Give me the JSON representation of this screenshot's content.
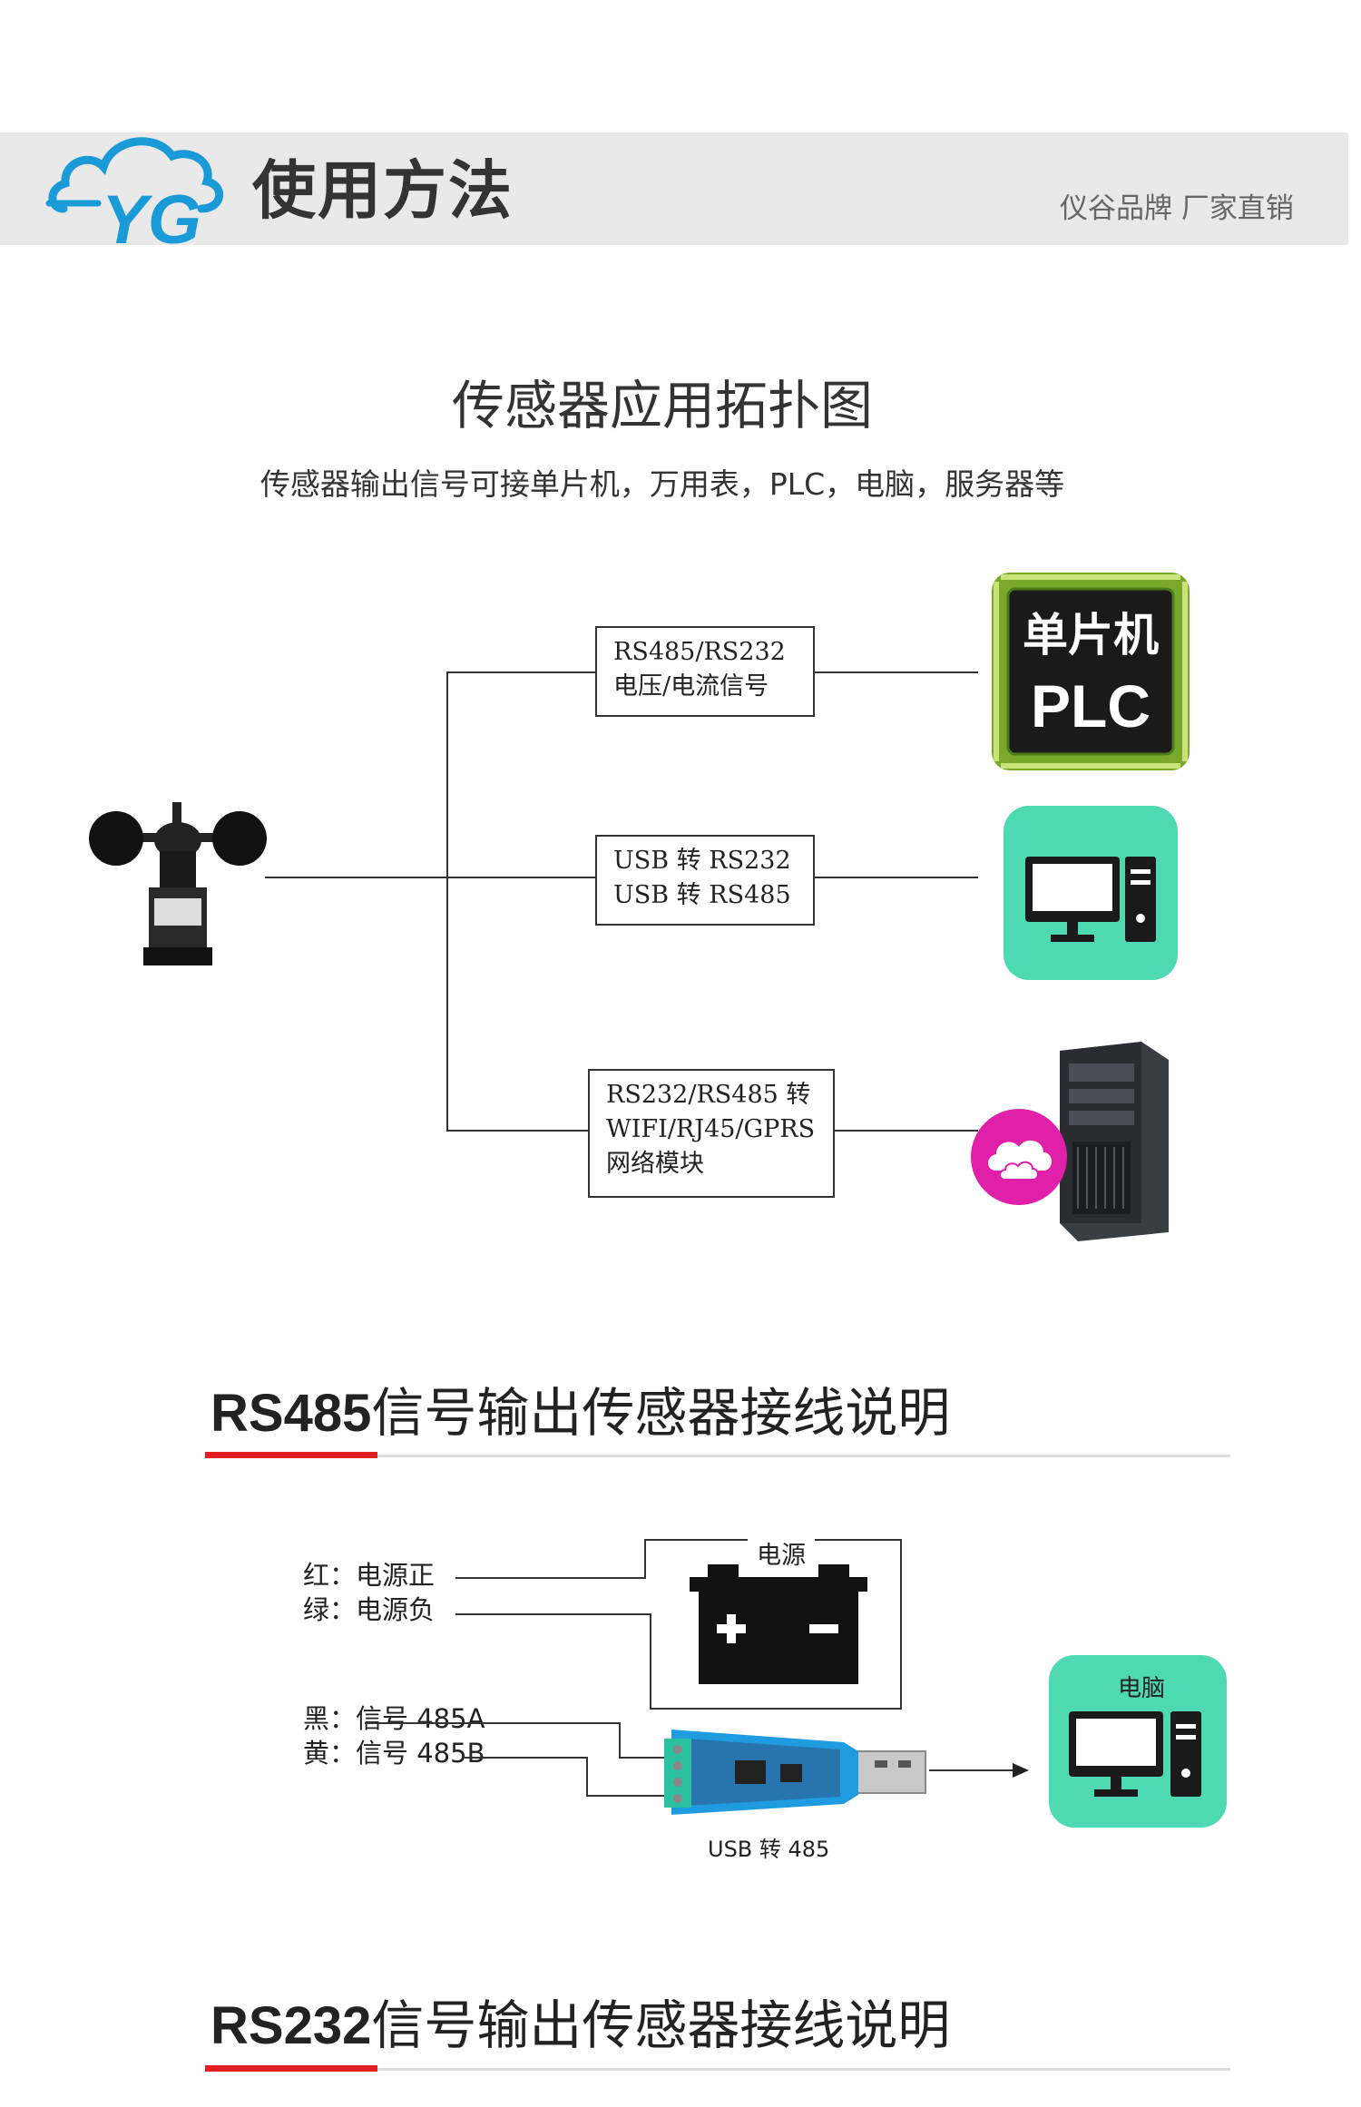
{
  "header": {
    "title": "使用方法",
    "slogan": "仪谷品牌 厂家直销",
    "logo_text": "YG"
  },
  "topology": {
    "title": "传感器应用拓扑图",
    "subtitle": "传感器输出信号可接单片机，万用表，PLC，电脑，服务器等",
    "nodes": [
      {
        "lines": [
          "RS485/RS232",
          "电压/电流信号"
        ]
      },
      {
        "lines": [
          "USB 转 RS232",
          "USB 转 RS485"
        ]
      },
      {
        "lines": [
          "RS232/RS485 转",
          "WIFI/RJ45/GPRS",
          "网络模块"
        ]
      }
    ],
    "targets": {
      "plc_line1": "单片机",
      "plc_line2": "PLC"
    }
  },
  "rs485_section": {
    "title_bold": "RS485",
    "title_rest": "信号输出传感器接线说明",
    "wires": [
      {
        "label": "红：电源正"
      },
      {
        "label": "绿：电源负"
      },
      {
        "label": "黑：信号 485A"
      },
      {
        "label": "黄：信号 485B"
      }
    ],
    "power_label": "电源",
    "converter_label": "USB 转 485",
    "pc_label": "电脑"
  },
  "rs232_section": {
    "title_bold": "RS232",
    "title_rest": "信号输出传感器接线说明"
  },
  "colors": {
    "accent_blue": "#1a9bd7",
    "teal_tile": "#4fd9b3",
    "magenta": "#e020a8",
    "red_rule": "#e02020",
    "header_band": "#e9e9e9"
  }
}
